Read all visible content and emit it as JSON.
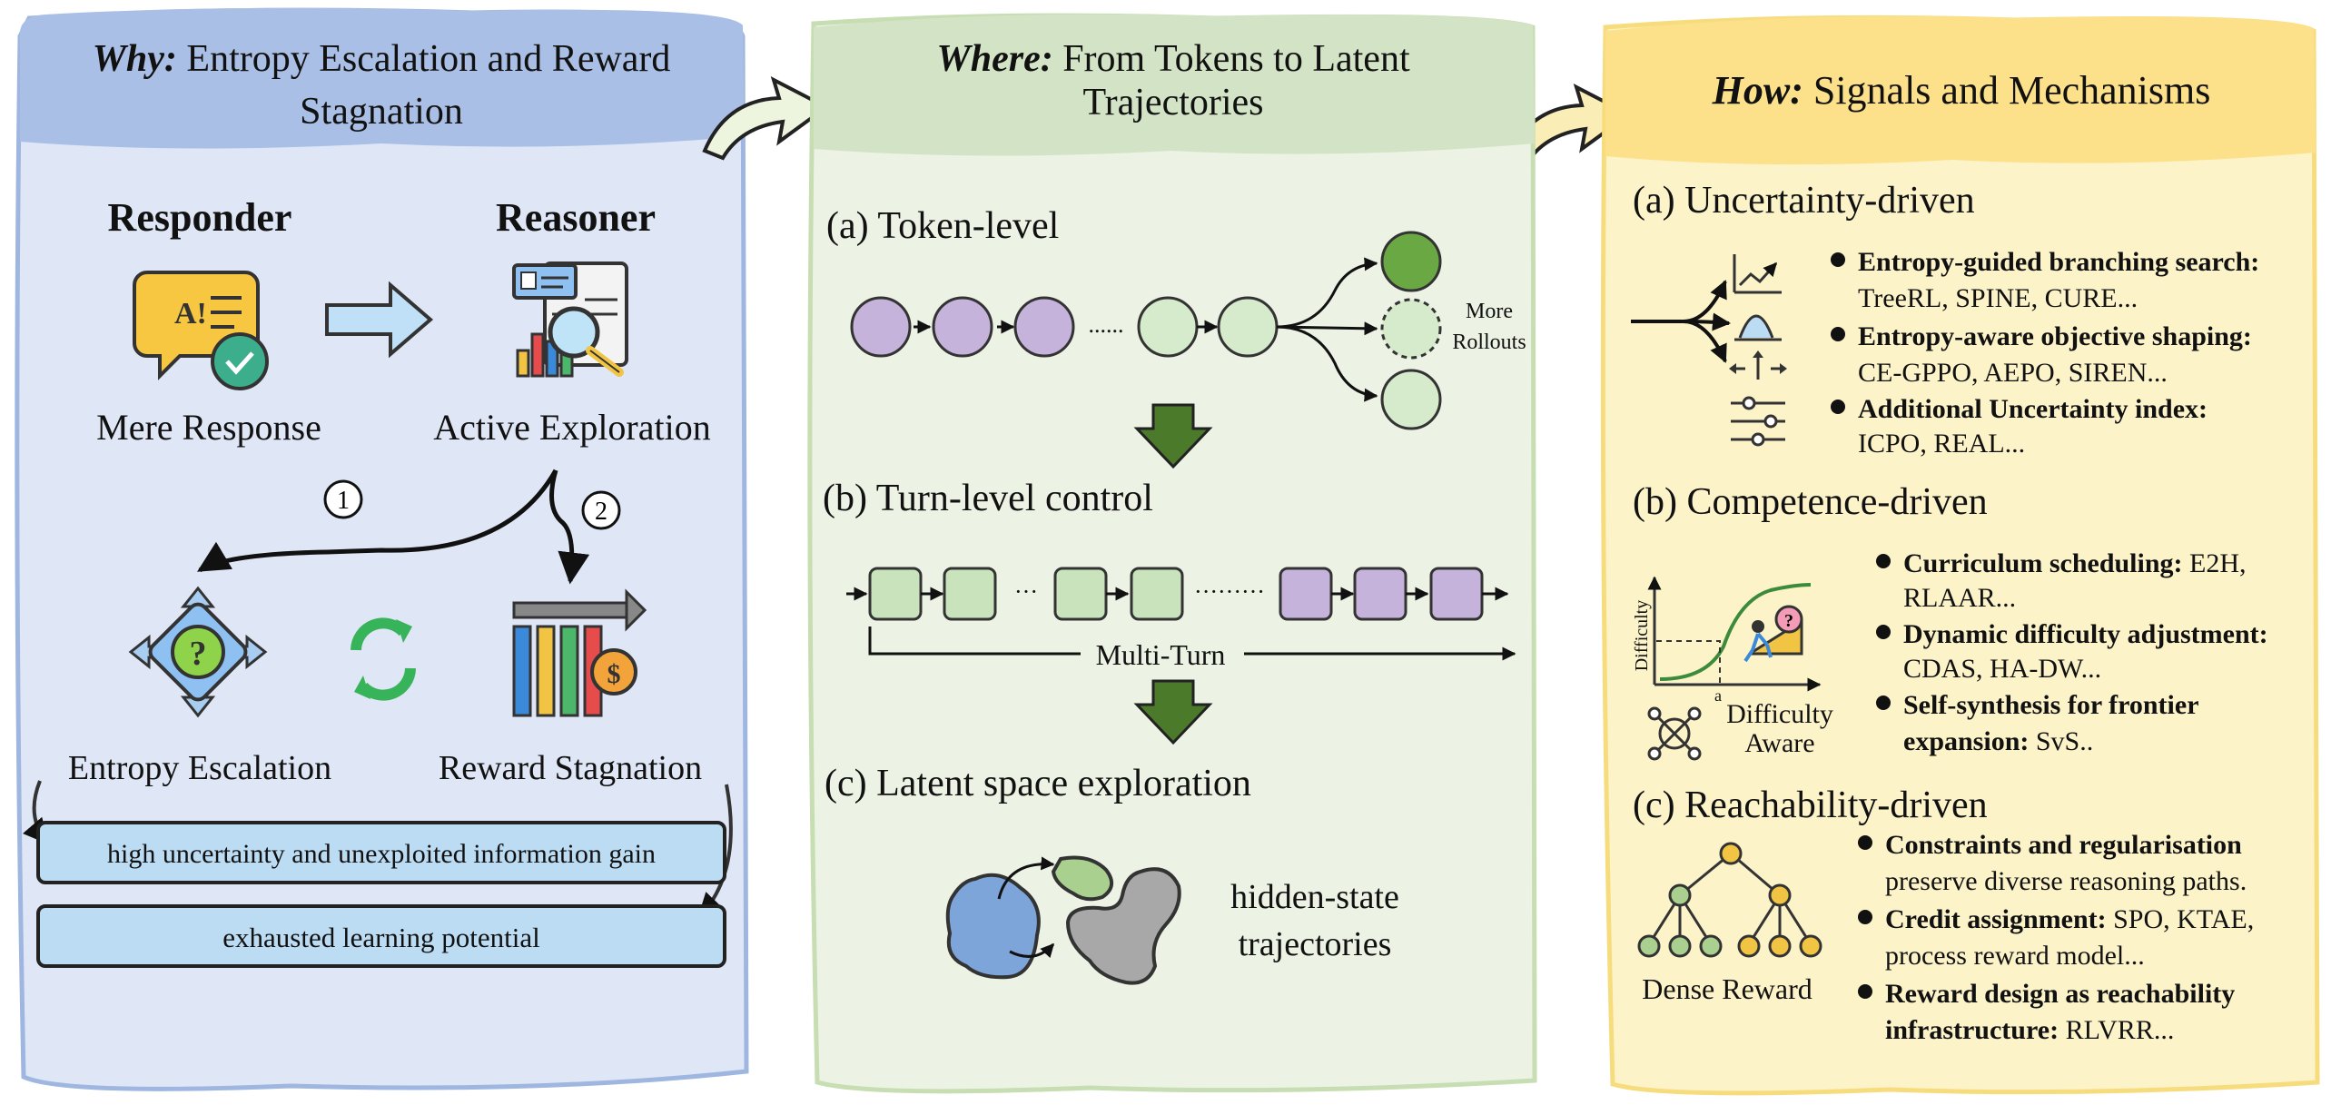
{
  "panels": {
    "why": {
      "title_em": "Why:",
      "title_line1": "Entropy Escalation and Reward",
      "title_line2": "Stagnation",
      "responder": "Responder",
      "reasoner": "Reasoner",
      "mere_response": "Mere Response",
      "active_exploration": "Active Exploration",
      "step1": "1",
      "step2": "2",
      "entropy_escalation": "Entropy Escalation",
      "reward_stagnation": "Reward Stagnation",
      "box_uncertainty": "high uncertainty and unexploited information gain",
      "box_exhausted": "exhausted learning potential"
    },
    "where": {
      "title_em": "Where:",
      "title_line1": "From Tokens to Latent",
      "title_line2": "Trajectories",
      "token_level": "(a) Token-level",
      "dots_short": "......",
      "more": "More",
      "rollouts": "Rollouts",
      "turn_level": "(b) Turn-level control",
      "dots_turn1": "···",
      "dots_turn2": "·········",
      "multi_turn": "Multi-Turn",
      "latent": "(c) Latent space exploration",
      "hidden_state": "hidden-state",
      "trajectories": "trajectories"
    },
    "how": {
      "title_em": "How:",
      "title_rest": "Signals and Mechanisms",
      "uncertainty_heading": "(a) Uncertainty-driven",
      "u_items": [
        {
          "bold": "Entropy-guided branching search:",
          "rest": "TreeRL, SPINE, CURE..."
        },
        {
          "bold": "Entropy-aware objective shaping:",
          "rest": "CE-GPPO, AEPO, SIREN..."
        },
        {
          "bold": "Additional Uncertainty index:",
          "rest": "ICPO, REAL..."
        }
      ],
      "competence_heading": "(b) Competence-driven",
      "c_items": [
        {
          "bold": "Curriculum scheduling:",
          "rest_inline": " E2H,",
          "rest": "RLAAR..."
        },
        {
          "bold": "Dynamic difficulty adjustment:",
          "rest": "CDAS, HA-DW..."
        },
        {
          "bold": "Self-synthesis for frontier",
          "bold2": "expansion:",
          "rest_inline": " SvS.."
        }
      ],
      "difficulty_axis": "Difficulty",
      "axis_a": "a",
      "difficulty_aware_1": "Difficulty",
      "difficulty_aware_2": "Aware",
      "reachability_heading": "(c) Reachability-driven",
      "r_items": [
        {
          "bold": "Constraints and regularisation",
          "rest": "preserve diverse reasoning paths."
        },
        {
          "bold": "Credit assignment:",
          "rest_inline": " SPO, KTAE,",
          "rest": "process reward model..."
        },
        {
          "bold": "Reward design as reachability",
          "bold2": "infrastructure:",
          "rest_inline": " RLVRR..."
        }
      ],
      "dense_reward": "Dense Reward"
    }
  },
  "colors": {
    "why_bg": "#dfe6f6",
    "why_header": "#aabfe6",
    "where_bg": "#ecf2e4",
    "where_header": "#d3e4c6",
    "how_bg": "#fdf3c9",
    "how_header": "#fde08a",
    "token_purple": "#c6b3dc",
    "token_green": "#d6ebcc",
    "token_dark_green": "#6aa843",
    "down_arrow": "#4a7a2a",
    "light_blue_box": "#bcdcf4"
  }
}
